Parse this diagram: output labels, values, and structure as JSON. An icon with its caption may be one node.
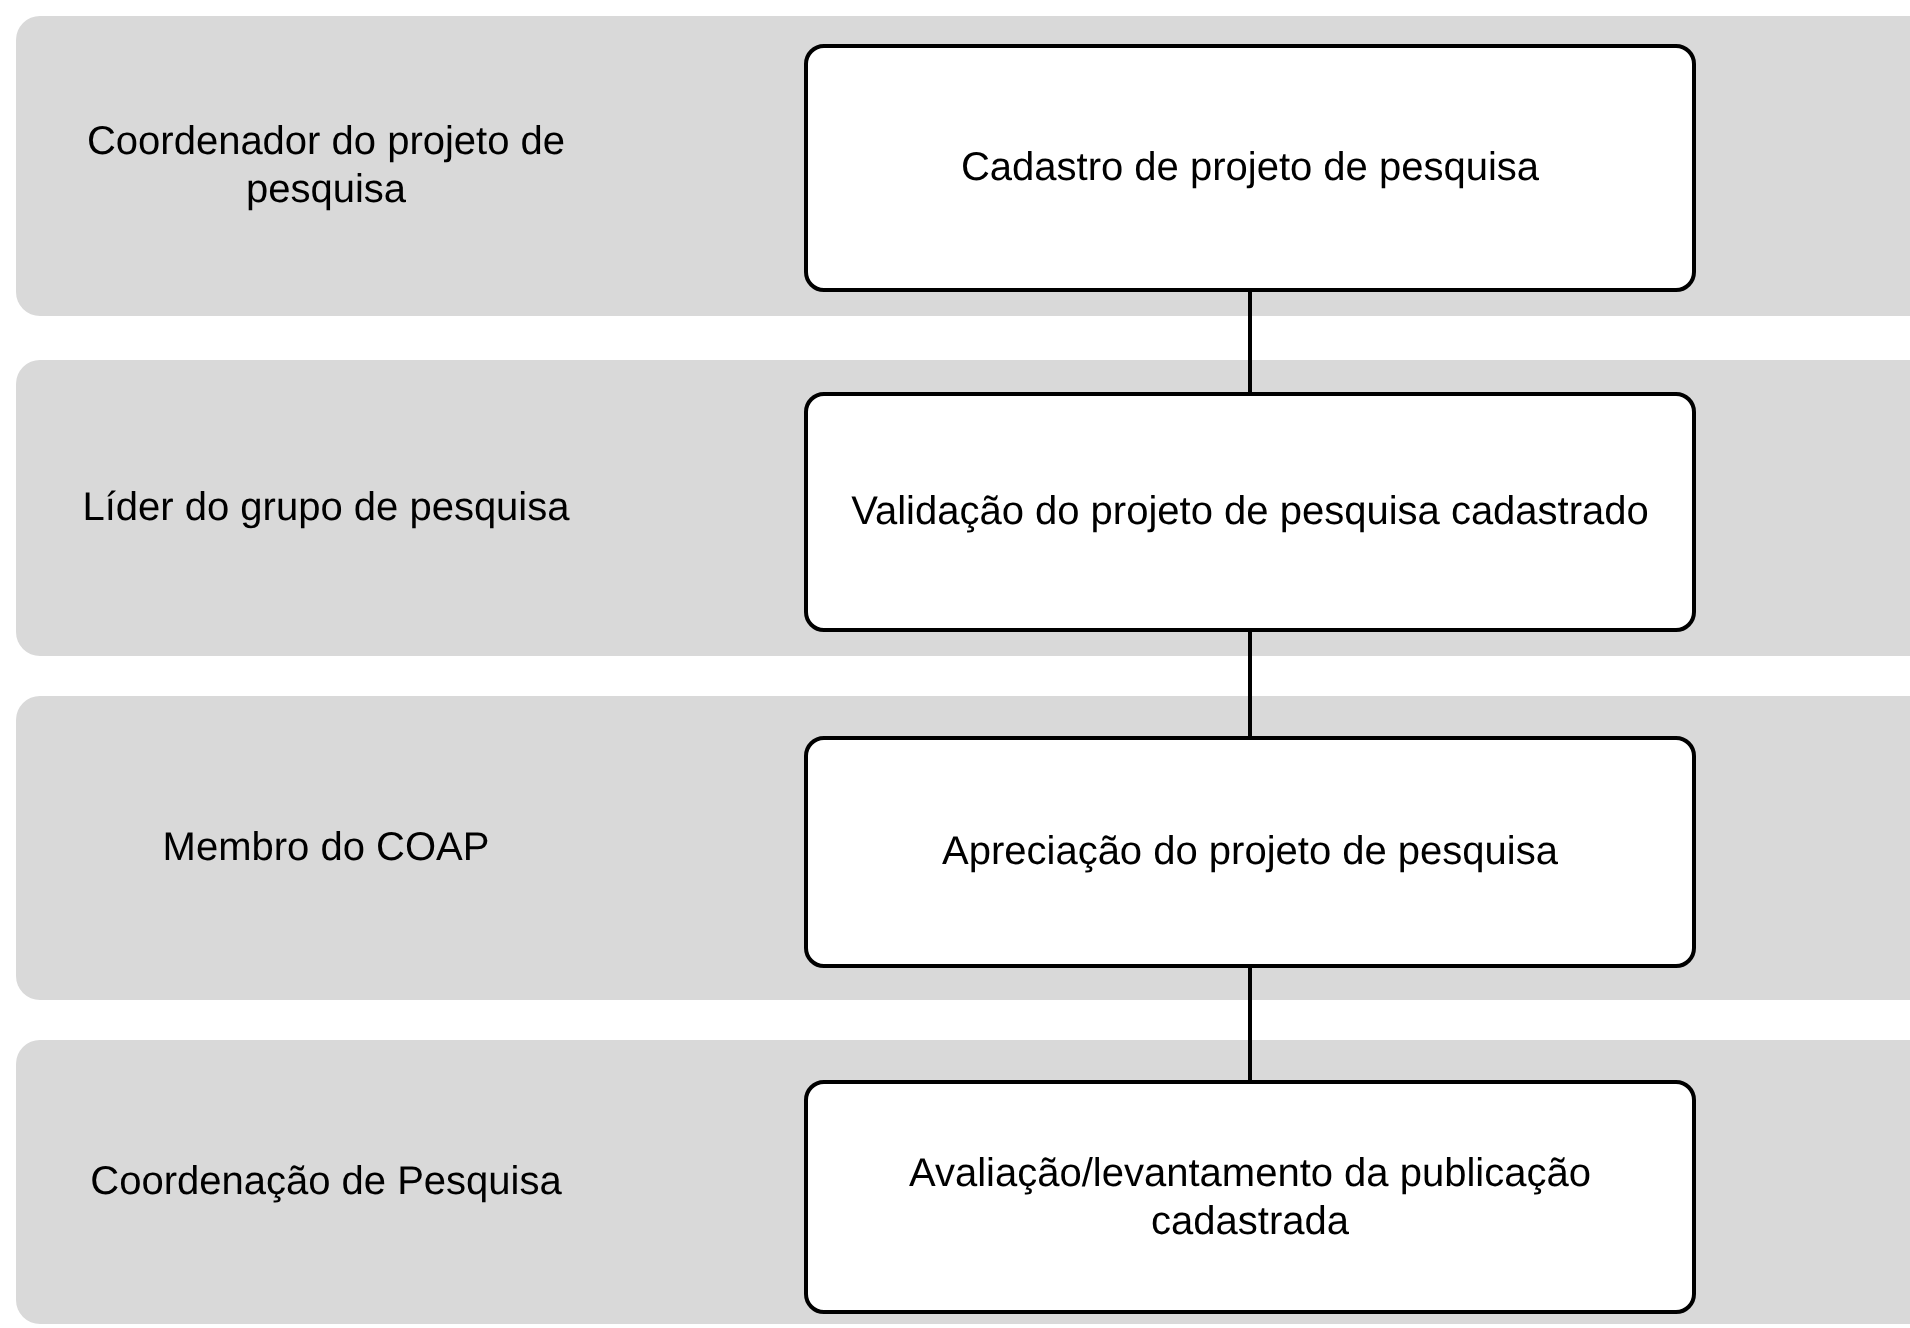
{
  "diagram": {
    "nodes": [
      {
        "text": [
          "Coordenador do projeto de pesquisa"
        ]
      },
      {
        "text": [
          "Cadastro de projeto de pesquisa"
        ],
        "in": 0
      },
      {
        "text": [
          "Líder do grupo de pesquisa"
        ]
      },
      {
        "text": [
          "Validação do projeto de pesquisa cadastrado"
        ],
        "in": 2
      },
      {
        "text": [
          "Membro do COAP"
        ]
      },
      {
        "text": [
          "Apreciação do projeto de pesquisa"
        ],
        "in": 4
      },
      {
        "text": [
          "Coordenação de Pesquisa"
        ]
      },
      {
        "text": [
          "Avaliação/levantamento da publicação cadastrada"
        ],
        "in": 6
      }
    ],
    "edges": [
      {
        "from": 1,
        "to": 3,
        "arrow": "none"
      },
      {
        "from": 3,
        "to": 5,
        "arrow": "none"
      },
      {
        "from": 5,
        "to": 7,
        "arrow": "none"
      }
    ]
  }
}
